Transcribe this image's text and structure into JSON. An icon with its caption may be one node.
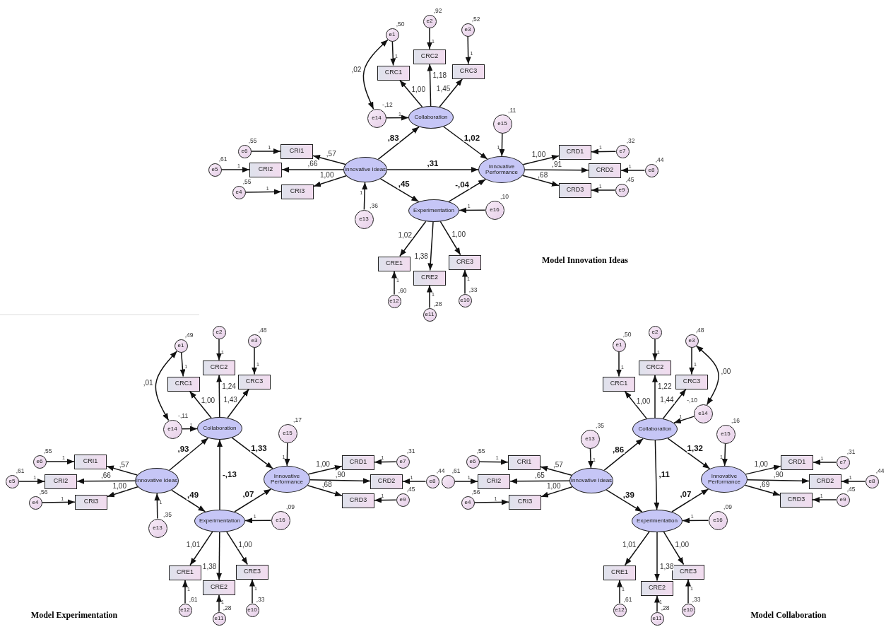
{
  "diagram": {
    "nodes": [
      {
        "text": [
          "e1"
        ],
        "beside": [
          ",50"
        ]
      },
      {
        "text": [
          "e2"
        ],
        "beside": [
          ",92"
        ]
      },
      {
        "text": [
          "e3"
        ],
        "beside": [
          ",52"
        ]
      },
      {
        "text": [
          "CRC1"
        ]
      },
      {
        "text": [
          "CRC2"
        ]
      },
      {
        "text": [
          "CRC3"
        ]
      },
      {
        "text": [
          "e14"
        ],
        "beside": [
          "-,12"
        ]
      },
      {
        "text": [
          "Collaboration"
        ]
      },
      {
        "text": [
          "e15"
        ],
        "beside": [
          ",11"
        ]
      },
      {
        "text": [
          "e6"
        ],
        "beside": [
          ",55"
        ]
      },
      {
        "text": [
          "CRI1"
        ]
      },
      {
        "text": [
          "CRD1"
        ]
      },
      {
        "text": [
          "e7"
        ],
        "beside": [
          ",32"
        ]
      },
      {
        "text": [
          "e5"
        ],
        "beside": [
          ",61"
        ]
      },
      {
        "text": [
          "CRI2"
        ]
      },
      {
        "text": [
          "Innovative Ideas"
        ]
      },
      {
        "text": [
          "Innovative Performance"
        ]
      },
      {
        "text": [
          "CRD2"
        ]
      },
      {
        "text": [
          "e8"
        ],
        "beside": [
          ",44"
        ]
      },
      {
        "text": [
          "e4"
        ],
        "beside": [
          ",55"
        ]
      },
      {
        "text": [
          "CRI3"
        ]
      },
      {
        "text": [
          "CRD3"
        ]
      },
      {
        "text": [
          "e9"
        ],
        "beside": [
          ",45"
        ]
      },
      {
        "text": [
          "e13"
        ],
        "beside": [
          ",36"
        ]
      },
      {
        "text": [
          "Experimentation"
        ]
      },
      {
        "text": [
          "e16"
        ],
        "beside": [
          ",10"
        ]
      },
      {
        "text": [
          "CRE1"
        ]
      },
      {
        "text": [
          "CRE3"
        ]
      },
      {
        "text": [
          "CRE2"
        ]
      },
      {
        "text": [
          "e12"
        ],
        "beside": [
          ",60"
        ]
      },
      {
        "text": [
          "e10"
        ],
        "beside": [
          ",33"
        ]
      },
      {
        "text": [
          "e11"
        ],
        "beside": [
          ",28"
        ]
      },
      {
        "text": [
          "e1"
        ],
        "beside": [
          ",49"
        ]
      },
      {
        "text": [
          "e2"
        ]
      },
      {
        "text": [
          "e3"
        ],
        "beside": [
          ",48"
        ]
      },
      {
        "text": [
          "CRC1"
        ]
      },
      {
        "text": [
          "CRC2"
        ]
      },
      {
        "text": [
          "CRC3"
        ]
      },
      {
        "text": [
          "e14"
        ],
        "beside": [
          "-,11"
        ]
      },
      {
        "text": [
          "Collaboration"
        ]
      },
      {
        "text": [
          "e15"
        ],
        "beside": [
          ",17"
        ]
      },
      {
        "text": [
          "e6"
        ],
        "beside": [
          ",55"
        ]
      },
      {
        "text": [
          "CRI1"
        ]
      },
      {
        "text": [
          "CRD1"
        ]
      },
      {
        "text": [
          "e7"
        ],
        "beside": [
          ",31"
        ]
      },
      {
        "text": [
          "e5"
        ],
        "beside": [
          ",61"
        ]
      },
      {
        "text": [
          "CRI2"
        ]
      },
      {
        "text": [
          "Innovative Ideas"
        ]
      },
      {
        "text": [
          "Innovative Performance"
        ]
      },
      {
        "text": [
          "CRD2"
        ]
      },
      {
        "text": [
          "e8"
        ],
        "beside": [
          ",44"
        ]
      },
      {
        "text": [
          "e4"
        ],
        "beside": [
          ",56"
        ]
      },
      {
        "text": [
          "CRI3"
        ]
      },
      {
        "text": [
          "CRD3"
        ]
      },
      {
        "text": [
          "e9"
        ],
        "beside": [
          ",45"
        ]
      },
      {
        "text": [
          "e13"
        ],
        "beside": [
          ",35"
        ]
      },
      {
        "text": [
          "Experimentation"
        ]
      },
      {
        "text": [
          "e16"
        ],
        "beside": [
          ",09"
        ]
      },
      {
        "text": [
          "CRE1"
        ]
      },
      {
        "text": [
          "CRE3"
        ]
      },
      {
        "text": [
          "CRE2"
        ]
      },
      {
        "text": [
          "e12"
        ],
        "beside": [
          ",61"
        ]
      },
      {
        "text": [
          "e10"
        ],
        "beside": [
          ",33"
        ]
      },
      {
        "text": [
          "e11"
        ],
        "beside": [
          ",28"
        ]
      },
      {
        "text": [
          "e1"
        ],
        "beside": [
          ",50"
        ]
      },
      {
        "text": [
          "e2"
        ]
      },
      {
        "text": [
          "e3"
        ],
        "beside": [
          ",48"
        ]
      },
      {
        "text": [
          "CRC1"
        ]
      },
      {
        "text": [
          "CRC2"
        ]
      },
      {
        "text": [
          "CRC3"
        ]
      },
      {
        "text": [
          "e14"
        ],
        "beside": [
          "-,10"
        ]
      },
      {
        "text": [
          "Collaboration"
        ]
      },
      {
        "text": [
          "e15"
        ],
        "beside": [
          ",16"
        ]
      },
      {
        "text": [
          "e6"
        ],
        "beside": [
          ",55"
        ]
      },
      {
        "text": [
          "CRI1"
        ]
      },
      {
        "text": [
          "CRD1"
        ]
      },
      {
        "text": [
          "e7"
        ],
        "beside": [
          ",31"
        ]
      },
      {
        "text": [],
        "shape": "circle",
        "beside": [
          ",61"
        ]
      },
      {
        "text": [
          "CRI2"
        ]
      },
      {
        "text": [
          "Innovative Ideas"
        ]
      },
      {
        "text": [
          "Innovative Performance"
        ]
      },
      {
        "text": [
          "CRD2"
        ]
      },
      {
        "text": [
          "e8"
        ],
        "beside": [
          ",44"
        ]
      },
      {
        "text": [
          "e4"
        ],
        "beside": [
          ",56"
        ]
      },
      {
        "text": [
          "CRI3"
        ]
      },
      {
        "text": [
          "CRD3"
        ]
      },
      {
        "text": [
          "e9"
        ],
        "beside": [
          ",45"
        ]
      },
      {
        "text": [
          "e13"
        ],
        "beside": [
          ",35"
        ]
      },
      {
        "text": [
          "Experimentation"
        ]
      },
      {
        "text": [
          "e16"
        ],
        "beside": [
          ",09"
        ]
      },
      {
        "text": [
          "CRE1"
        ]
      },
      {
        "text": [
          "CRE3"
        ]
      },
      {
        "text": [
          "CRE2"
        ]
      },
      {
        "text": [
          "e12"
        ],
        "beside": [
          ",61"
        ]
      },
      {
        "text": [
          "e10"
        ],
        "beside": [
          ",33"
        ]
      },
      {
        "text": [
          "e11"
        ],
        "beside": [
          ",28"
        ]
      }
    ],
    "edges": [
      {
        "from": 0,
        "to": 3,
        "arrow": "to",
        "label": "1"
      },
      {
        "from": 1,
        "to": 4,
        "arrow": "to",
        "label": "1"
      },
      {
        "from": 2,
        "to": 5,
        "arrow": "to",
        "label": "1"
      },
      {
        "from": 7,
        "to": 3,
        "arrow": "to",
        "label": "1,00"
      },
      {
        "from": 7,
        "to": 4,
        "arrow": "to",
        "label": "1,18"
      },
      {
        "from": 7,
        "to": 5,
        "arrow": "to",
        "label": "1,45"
      },
      {
        "from": 0,
        "to": 6,
        "arrow": "both",
        "label": ",02"
      },
      {
        "from": 6,
        "to": 7,
        "arrow": "to",
        "label": "1"
      },
      {
        "from": 15,
        "to": 7,
        "arrow": "to",
        "label": ",83"
      },
      {
        "from": 7,
        "to": 16,
        "arrow": "to",
        "label": "1,02"
      },
      {
        "from": 15,
        "to": 16,
        "arrow": "to",
        "label": ",31"
      },
      {
        "from": 15,
        "to": 24,
        "arrow": "to",
        "label": ",45"
      },
      {
        "from": 24,
        "to": 16,
        "arrow": "to",
        "label": "-,04"
      },
      {
        "from": 8,
        "to": 16,
        "arrow": "to",
        "label": "1"
      },
      {
        "from": 9,
        "to": 10,
        "arrow": "to",
        "label": "1"
      },
      {
        "from": 13,
        "to": 14,
        "arrow": "to",
        "label": "1"
      },
      {
        "from": 19,
        "to": 20,
        "arrow": "to",
        "label": "1"
      },
      {
        "from": 15,
        "to": 10,
        "arrow": "to",
        "label": ",57"
      },
      {
        "from": 15,
        "to": 14,
        "arrow": "to",
        "label": ",66"
      },
      {
        "from": 15,
        "to": 20,
        "arrow": "to",
        "label": "1,00"
      },
      {
        "from": 16,
        "to": 11,
        "arrow": "to",
        "label": "1,00"
      },
      {
        "from": 16,
        "to": 17,
        "arrow": "to",
        "label": ",91"
      },
      {
        "from": 16,
        "to": 21,
        "arrow": "to",
        "label": ",68"
      },
      {
        "from": 12,
        "to": 11,
        "arrow": "to",
        "label": "1"
      },
      {
        "from": 18,
        "to": 17,
        "arrow": "to",
        "label": "1"
      },
      {
        "from": 22,
        "to": 21,
        "arrow": "to",
        "label": "1"
      },
      {
        "from": 23,
        "to": 15,
        "arrow": "to",
        "label": "1"
      },
      {
        "from": 25,
        "to": 24,
        "arrow": "to",
        "label": "1"
      },
      {
        "from": 24,
        "to": 26,
        "arrow": "to",
        "label": "1,02"
      },
      {
        "from": 24,
        "to": 28,
        "arrow": "to",
        "label": "1,38"
      },
      {
        "from": 24,
        "to": 27,
        "arrow": "to",
        "label": "1,00"
      },
      {
        "from": 29,
        "to": 26,
        "arrow": "to",
        "label": "1"
      },
      {
        "from": 31,
        "to": 28,
        "arrow": "to",
        "label": "1"
      },
      {
        "from": 30,
        "to": 27,
        "arrow": "to",
        "label": "1"
      },
      {
        "from": 32,
        "to": 35,
        "arrow": "to",
        "label": "1"
      },
      {
        "from": 33,
        "to": 36,
        "arrow": "to",
        "label": "1"
      },
      {
        "from": 34,
        "to": 37,
        "arrow": "to",
        "label": "1"
      },
      {
        "from": 39,
        "to": 35,
        "arrow": "to",
        "label": "1,00"
      },
      {
        "from": 39,
        "to": 36,
        "arrow": "to",
        "label": "1,24"
      },
      {
        "from": 39,
        "to": 37,
        "arrow": "to",
        "label": "1,43"
      },
      {
        "from": 32,
        "to": 38,
        "arrow": "both",
        "label": ",01"
      },
      {
        "from": 38,
        "to": 39,
        "arrow": "to",
        "label": "1"
      },
      {
        "from": 47,
        "to": 39,
        "arrow": "to",
        "label": ",93"
      },
      {
        "from": 39,
        "to": 48,
        "arrow": "to",
        "label": "1,33"
      },
      {
        "from": 56,
        "to": 39,
        "arrow": "to",
        "label": "-,13"
      },
      {
        "from": 47,
        "to": 56,
        "arrow": "to",
        "label": ",49"
      },
      {
        "from": 56,
        "to": 48,
        "arrow": "to",
        "label": ",07"
      },
      {
        "from": 40,
        "to": 48,
        "arrow": "to",
        "label": "1"
      },
      {
        "from": 41,
        "to": 42,
        "arrow": "to",
        "label": "1"
      },
      {
        "from": 45,
        "to": 46,
        "arrow": "to",
        "label": "1"
      },
      {
        "from": 51,
        "to": 52,
        "arrow": "to",
        "label": "1"
      },
      {
        "from": 47,
        "to": 42,
        "arrow": "to",
        "label": ",57"
      },
      {
        "from": 47,
        "to": 46,
        "arrow": "to",
        "label": ",66"
      },
      {
        "from": 47,
        "to": 52,
        "arrow": "to",
        "label": "1,00"
      },
      {
        "from": 48,
        "to": 43,
        "arrow": "to",
        "label": "1,00"
      },
      {
        "from": 48,
        "to": 49,
        "arrow": "to",
        "label": ",90"
      },
      {
        "from": 48,
        "to": 53,
        "arrow": "to",
        "label": ",68"
      },
      {
        "from": 44,
        "to": 43,
        "arrow": "to",
        "label": "1"
      },
      {
        "from": 50,
        "to": 49,
        "arrow": "to",
        "label": "1"
      },
      {
        "from": 54,
        "to": 53,
        "arrow": "to",
        "label": "1"
      },
      {
        "from": 55,
        "to": 47,
        "arrow": "to",
        "label": "1"
      },
      {
        "from": 57,
        "to": 56,
        "arrow": "to",
        "label": "1"
      },
      {
        "from": 56,
        "to": 58,
        "arrow": "to",
        "label": "1,01"
      },
      {
        "from": 56,
        "to": 60,
        "arrow": "to",
        "label": "1,38"
      },
      {
        "from": 56,
        "to": 59,
        "arrow": "to",
        "label": "1,00"
      },
      {
        "from": 61,
        "to": 58,
        "arrow": "to",
        "label": "1"
      },
      {
        "from": 63,
        "to": 60,
        "arrow": "to",
        "label": "1"
      },
      {
        "from": 62,
        "to": 59,
        "arrow": "to",
        "label": "1"
      },
      {
        "from": 64,
        "to": 67,
        "arrow": "to",
        "label": "1"
      },
      {
        "from": 65,
        "to": 68,
        "arrow": "to",
        "label": "1"
      },
      {
        "from": 66,
        "to": 69,
        "arrow": "to",
        "label": "1"
      },
      {
        "from": 71,
        "to": 67,
        "arrow": "to",
        "label": "1,00"
      },
      {
        "from": 71,
        "to": 68,
        "arrow": "to",
        "label": "1,22"
      },
      {
        "from": 71,
        "to": 69,
        "arrow": "to",
        "label": "1,44"
      },
      {
        "from": 66,
        "to": 70,
        "arrow": "both",
        "label": ",00"
      },
      {
        "from": 70,
        "to": 71,
        "arrow": "to",
        "label": "1"
      },
      {
        "from": 79,
        "to": 71,
        "arrow": "to",
        "label": ",86"
      },
      {
        "from": 71,
        "to": 80,
        "arrow": "to",
        "label": "1,32"
      },
      {
        "from": 71,
        "to": 88,
        "arrow": "to",
        "label": ",11"
      },
      {
        "from": 79,
        "to": 88,
        "arrow": "to",
        "label": ",39"
      },
      {
        "from": 88,
        "to": 80,
        "arrow": "to",
        "label": ",07"
      },
      {
        "from": 72,
        "to": 80,
        "arrow": "to",
        "label": "1"
      },
      {
        "from": 73,
        "to": 74,
        "arrow": "to",
        "label": "1"
      },
      {
        "from": 77,
        "to": 78,
        "arrow": "to",
        "label": "1"
      },
      {
        "from": 83,
        "to": 84,
        "arrow": "to",
        "label": "1"
      },
      {
        "from": 79,
        "to": 74,
        "arrow": "to",
        "label": ",57"
      },
      {
        "from": 79,
        "to": 78,
        "arrow": "to",
        "label": ",65"
      },
      {
        "from": 79,
        "to": 84,
        "arrow": "to",
        "label": "1,00"
      },
      {
        "from": 80,
        "to": 75,
        "arrow": "to",
        "label": "1,00"
      },
      {
        "from": 80,
        "to": 81,
        "arrow": "to",
        "label": ",90"
      },
      {
        "from": 80,
        "to": 85,
        "arrow": "to",
        "label": ",69"
      },
      {
        "from": 76,
        "to": 75,
        "arrow": "to",
        "label": "1"
      },
      {
        "from": 82,
        "to": 81,
        "arrow": "to",
        "label": "1"
      },
      {
        "from": 86,
        "to": 85,
        "arrow": "to",
        "label": "1"
      },
      {
        "from": 87,
        "to": 79,
        "arrow": "to",
        "label": "1"
      },
      {
        "from": 89,
        "to": 88,
        "arrow": "to",
        "label": "1"
      },
      {
        "from": 88,
        "to": 90,
        "arrow": "to",
        "label": "1,01"
      },
      {
        "from": 88,
        "to": 92,
        "arrow": "to",
        "label": "1,38"
      },
      {
        "from": 88,
        "to": 91,
        "arrow": "to",
        "label": "1,00"
      },
      {
        "from": 93,
        "to": 90,
        "arrow": "to",
        "label": "1"
      },
      {
        "from": 95,
        "to": 92,
        "arrow": "to",
        "label": "1"
      },
      {
        "from": 94,
        "to": 91,
        "arrow": "to",
        "label": "1"
      }
    ],
    "labels": [
      "Model Innovation Ideas",
      "Model Experimentation",
      "Model Collaboration"
    ]
  }
}
